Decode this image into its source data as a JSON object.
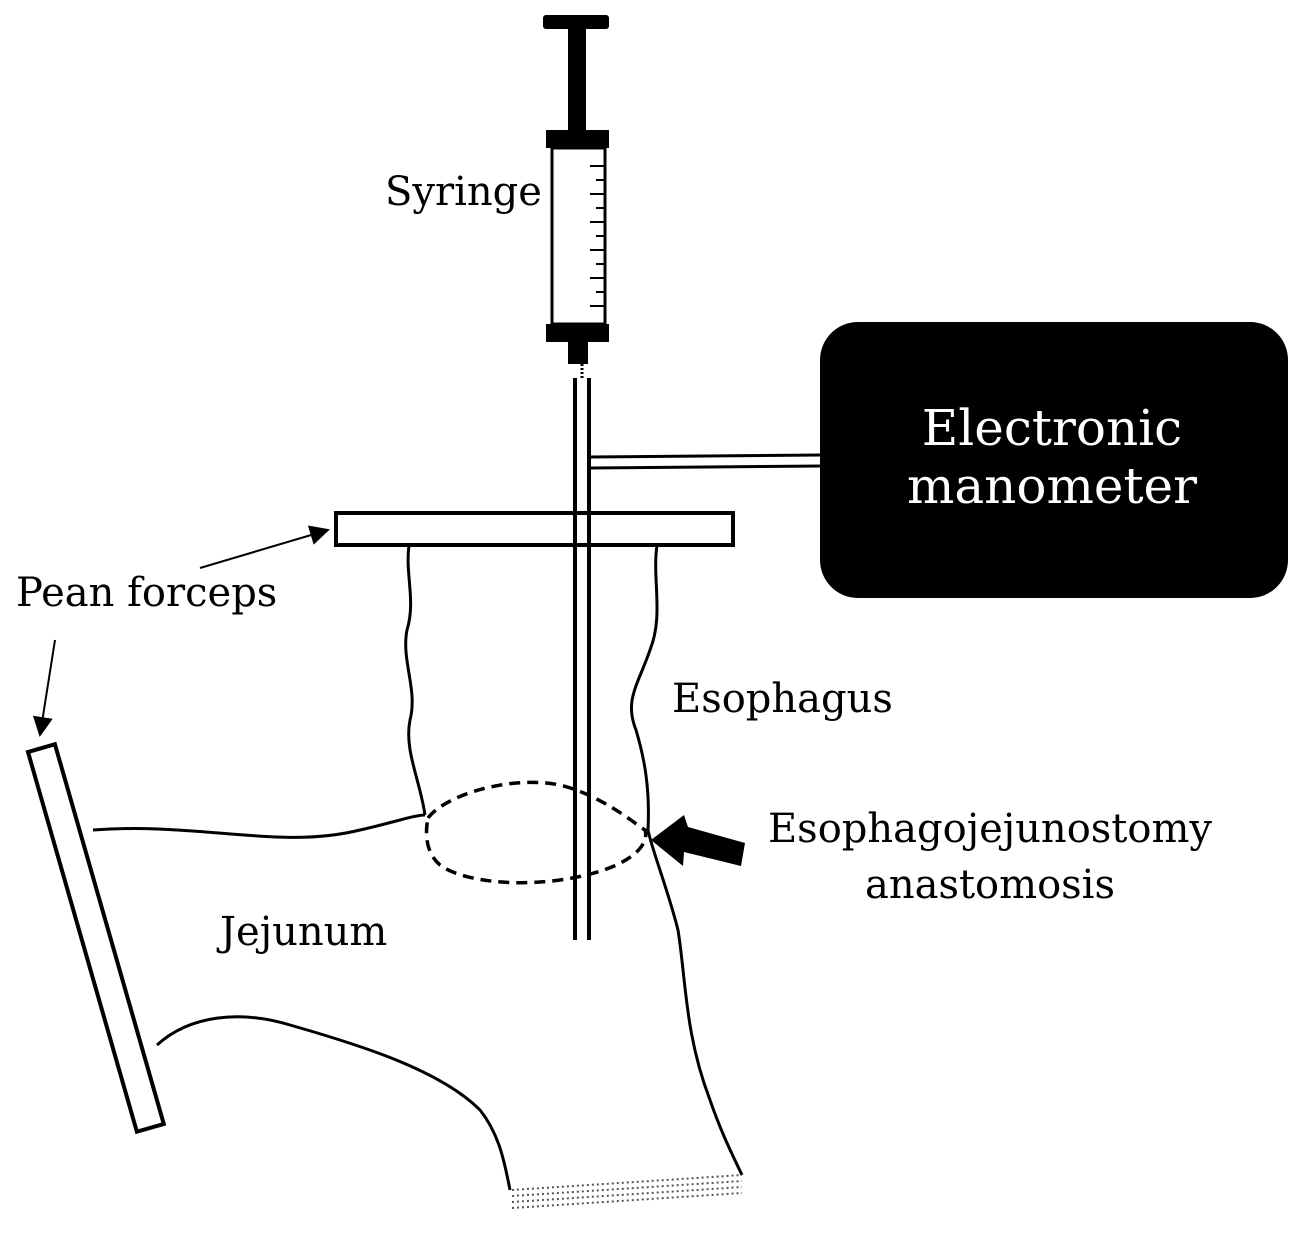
{
  "labels": {
    "syringe": "Syringe",
    "manometer_line1": "Electronic",
    "manometer_line2": "manometer",
    "pean_forceps": "Pean forceps",
    "esophagus": "Esophagus",
    "anastomosis_line1": "Esophagojejunostomy",
    "anastomosis_line2": "anastomosis",
    "jejunum": "Jejunum"
  },
  "colors": {
    "ink": "#000000",
    "background": "#ffffff",
    "manometer_fill": "#000000",
    "manometer_text": "#ffffff"
  }
}
